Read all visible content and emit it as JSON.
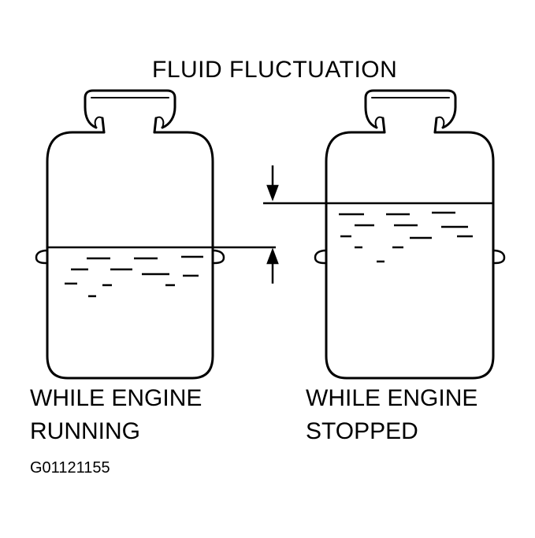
{
  "title": "FLUID FLUCTUATION",
  "left_tank": {
    "label_line1": "WHILE ENGINE",
    "label_line2": "RUNNING"
  },
  "right_tank": {
    "label_line1": "WHILE ENGINE",
    "label_line2": "STOPPED"
  },
  "figure_code": "G01121155"
}
